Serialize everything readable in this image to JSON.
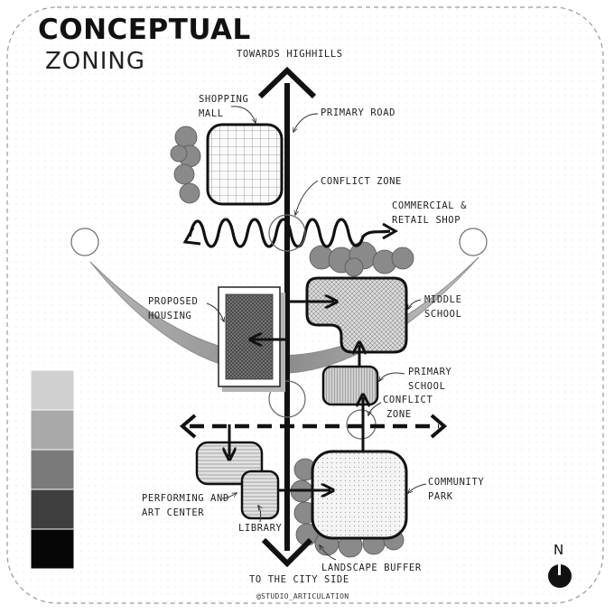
{
  "title": "CONCEPTUAL",
  "subtitle": "ZONING",
  "labels": {
    "towards_highhills": "TOWARDS HIGHHILLS",
    "shopping_1": "SHOPPING",
    "shopping_2": "MALL",
    "primary_road": "PRIMARY ROAD",
    "conflict_zone_top": "CONFLICT ZONE",
    "commercial_1": "COMMERCIAL &",
    "commercial_2": "RETAIL SHOP",
    "proposed_1": "PROPOSED",
    "proposed_2": "HOUSING",
    "middle_1": "MIDDLE",
    "middle_2": "SCHOOL",
    "primary_school_1": "PRIMARY",
    "primary_school_2": "SCHOOL",
    "conflict_zone_low_1": "CONFLICT",
    "conflict_zone_low_2": "ZONE",
    "community_1": "COMMUNITY",
    "community_2": "PARK",
    "performing_1": "PERFORMING AND",
    "performing_2": "ART CENTER",
    "library": "LIBRARY",
    "landscape_buffer": "LANDSCAPE BUFFER",
    "to_city_side": "TO THE CITY SIDE",
    "credit": "@STUDIO_ARTICULATION",
    "north": "N"
  },
  "legend_shades": [
    "#d0d0d0",
    "#a9a9a9",
    "#7a7a7a",
    "#3f3f3f",
    "#060606"
  ]
}
